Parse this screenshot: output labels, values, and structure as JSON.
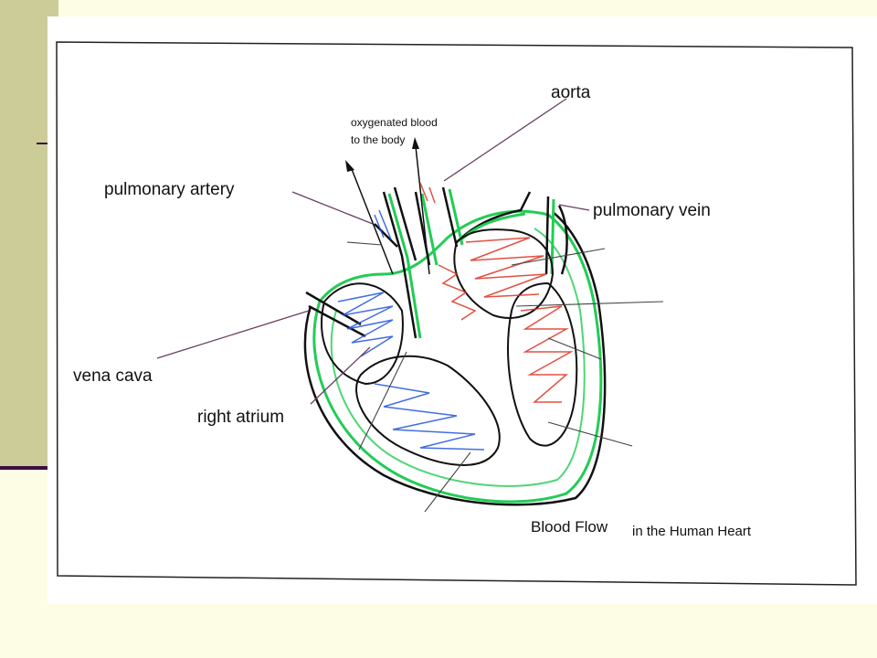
{
  "labels": {
    "aorta": "aorta",
    "oxygenated_line1": "oxygenated blood",
    "oxygenated_line2": "to the body",
    "pulmonary_artery": "pulmonary artery",
    "pulmonary_vein": "pulmonary vein",
    "vena_cava": "vena cava",
    "right_atrium": "right atrium"
  },
  "caption": {
    "part1": "Blood Flow",
    "part2": "in the Human Heart"
  },
  "colors": {
    "background": "#fdfde6",
    "side_band": "#cccc99",
    "accent_rule": "#3a1040",
    "outline": "#111111",
    "vessel_green": "#22cc55",
    "deoxygenated_blue": "#2255dd",
    "oxygenated_red": "#dd3322",
    "leader": "#6a4060"
  }
}
